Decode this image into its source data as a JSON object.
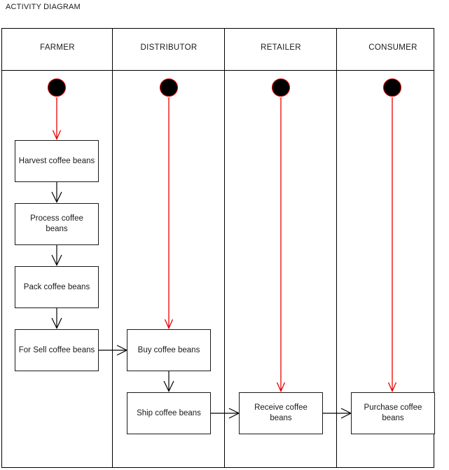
{
  "title": "ACTIVITY DIAGRAM",
  "lanes": [
    {
      "name": "FARMER"
    },
    {
      "name": "DISTRIBUTOR"
    },
    {
      "name": "RETAILER"
    },
    {
      "name": "CONSUMER"
    }
  ],
  "start_nodes": [
    {
      "lane": "FARMER",
      "label": "start-node-farmer"
    },
    {
      "lane": "DISTRIBUTOR",
      "label": "start-node-distributor"
    },
    {
      "lane": "RETAILER",
      "label": "start-node-retailer"
    },
    {
      "lane": "CONSUMER",
      "label": "start-node-consumer"
    }
  ],
  "activities": [
    {
      "id": "harvest",
      "lane": "FARMER",
      "label": "Harvest coffee beans"
    },
    {
      "id": "process",
      "lane": "FARMER",
      "label": "Process coffee beans"
    },
    {
      "id": "pack",
      "lane": "FARMER",
      "label": "Pack coffee beans"
    },
    {
      "id": "for_sell",
      "lane": "FARMER",
      "label": "For Sell coffee beans"
    },
    {
      "id": "buy",
      "lane": "DISTRIBUTOR",
      "label": "Buy coffee beans"
    },
    {
      "id": "ship",
      "lane": "DISTRIBUTOR",
      "label": "Ship coffee beans"
    },
    {
      "id": "receive",
      "lane": "RETAILER",
      "label": "Receive coffee beans"
    },
    {
      "id": "purchase",
      "lane": "CONSUMER",
      "label": "Purchase coffee beans"
    }
  ],
  "flows": [
    {
      "from": "start-node-farmer",
      "to": "harvest",
      "color": "#e60000",
      "direction": "vertical"
    },
    {
      "from": "harvest",
      "to": "process",
      "color": "#000000",
      "direction": "vertical"
    },
    {
      "from": "process",
      "to": "pack",
      "color": "#000000",
      "direction": "vertical"
    },
    {
      "from": "pack",
      "to": "for_sell",
      "color": "#000000",
      "direction": "vertical"
    },
    {
      "from": "for_sell",
      "to": "buy",
      "color": "#000000",
      "direction": "horizontal"
    },
    {
      "from": "start-node-distributor",
      "to": "buy",
      "color": "#e60000",
      "direction": "vertical"
    },
    {
      "from": "buy",
      "to": "ship",
      "color": "#000000",
      "direction": "vertical"
    },
    {
      "from": "ship",
      "to": "receive",
      "color": "#000000",
      "direction": "horizontal"
    },
    {
      "from": "start-node-retailer",
      "to": "receive",
      "color": "#e60000",
      "direction": "vertical"
    },
    {
      "from": "receive",
      "to": "purchase",
      "color": "#000000",
      "direction": "horizontal"
    },
    {
      "from": "start-node-consumer",
      "to": "purchase",
      "color": "#e60000",
      "direction": "vertical"
    }
  ],
  "colors": {
    "stroke": "#000000",
    "box_stroke": "#1a1a1a",
    "start_fill": "#000000",
    "start_border": "#e60000",
    "flow_red": "#e60000",
    "background": "#ffffff"
  }
}
